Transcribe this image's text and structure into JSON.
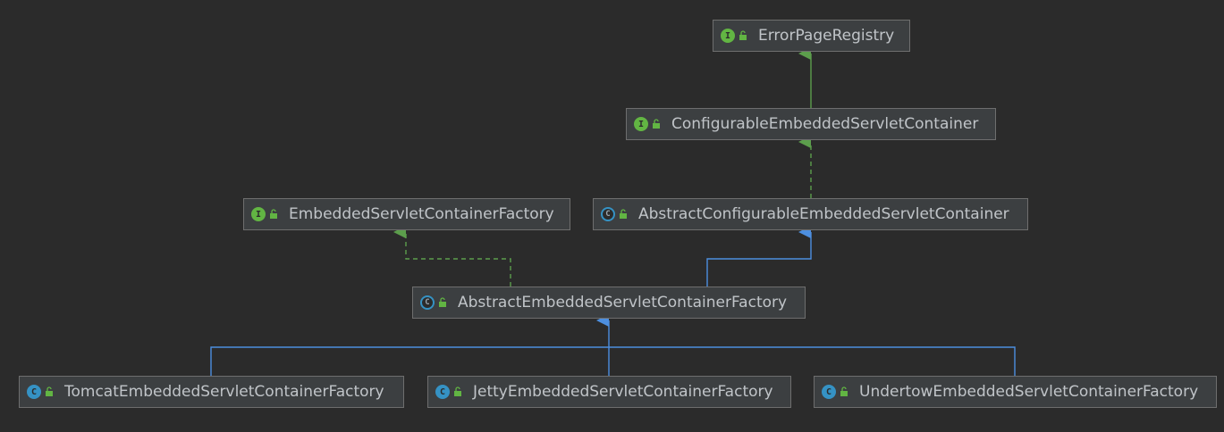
{
  "diagram": {
    "nodes": {
      "error_page_registry": {
        "label": "ErrorPageRegistry",
        "kind": "interface",
        "icon": "I"
      },
      "configurable_container": {
        "label": "ConfigurableEmbeddedServletContainer",
        "kind": "interface",
        "icon": "I"
      },
      "factory_interface": {
        "label": "EmbeddedServletContainerFactory",
        "kind": "interface",
        "icon": "I"
      },
      "abstract_configurable": {
        "label": "AbstractConfigurableEmbeddedServletContainer",
        "kind": "abstract-class",
        "icon": "C"
      },
      "abstract_factory": {
        "label": "AbstractEmbeddedServletContainerFactory",
        "kind": "abstract-class",
        "icon": "C"
      },
      "tomcat_factory": {
        "label": "TomcatEmbeddedServletContainerFactory",
        "kind": "class",
        "icon": "C"
      },
      "jetty_factory": {
        "label": "JettyEmbeddedServletContainerFactory",
        "kind": "class",
        "icon": "C"
      },
      "undertow_factory": {
        "label": "UndertowEmbeddedServletContainerFactory",
        "kind": "class",
        "icon": "C"
      }
    },
    "edges": [
      {
        "from": "configurable_container",
        "to": "error_page_registry",
        "type": "extends-interface"
      },
      {
        "from": "abstract_configurable",
        "to": "configurable_container",
        "type": "implements"
      },
      {
        "from": "abstract_factory",
        "to": "factory_interface",
        "type": "implements"
      },
      {
        "from": "abstract_factory",
        "to": "abstract_configurable",
        "type": "extends"
      },
      {
        "from": "tomcat_factory",
        "to": "abstract_factory",
        "type": "extends"
      },
      {
        "from": "jetty_factory",
        "to": "abstract_factory",
        "type": "extends"
      },
      {
        "from": "undertow_factory",
        "to": "abstract_factory",
        "type": "extends"
      }
    ],
    "colors": {
      "background": "#2b2b2b",
      "node_fill": "#3c3f41",
      "node_border": "#6e6e6e",
      "text": "#c0c4c8",
      "interface_icon": "#62b543",
      "class_icon": "#3592c4",
      "extends_edge": "#4d8fe0",
      "interface_edge": "#5c9e4c"
    },
    "icon_names": {
      "interface": "interface-icon",
      "class": "class-icon",
      "abstract": "abstract-class-icon",
      "visibility": "public-unlock-icon"
    }
  }
}
